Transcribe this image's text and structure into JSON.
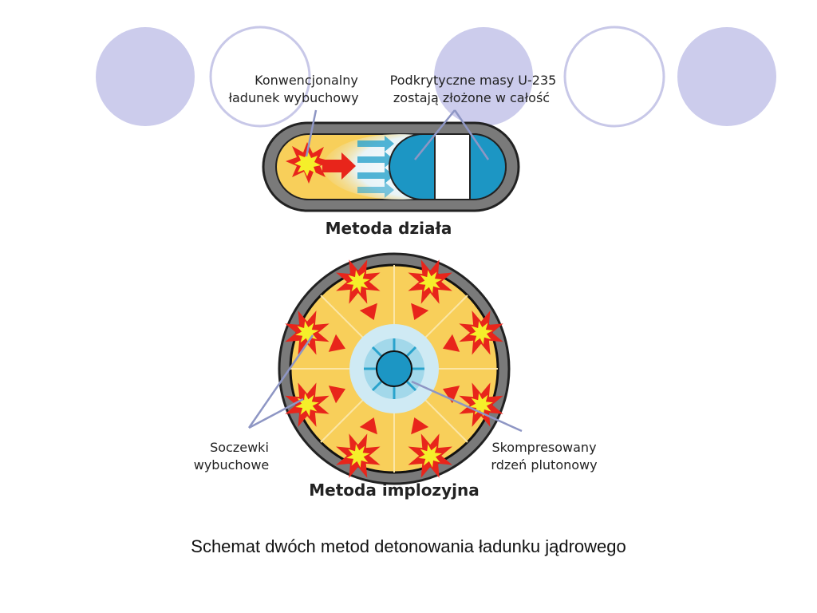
{
  "slide": {
    "caption": "Schemat dwóch metod detonowania ładunku jądrowego",
    "decor_circle_fill": "#ccccec",
    "decor_circle_stroke": "#c8c8e8"
  },
  "gun_method": {
    "title": "Metoda działa",
    "label_explosive_line1": "Konwencjonalny",
    "label_explosive_line2": "ładunek wybuchowy",
    "label_subcritical_line1": "Podkrytyczne masy U-235",
    "label_subcritical_line2": "zostają złożone w całość"
  },
  "implosion_method": {
    "title": "Metoda implozyjna",
    "label_lenses_line1": "Soczewki",
    "label_lenses_line2": "wybuchowe",
    "label_core_line1": "Skompresowany",
    "label_core_line2": "rdzeń plutonowy"
  },
  "colors": {
    "casing": "#7a7a7a",
    "explosive": "#f8cf5a",
    "blast_red": "#e8251b",
    "blast_yellow": "#f5ef2a",
    "fissile": "#1c96c4",
    "compression_light": "#cfeaf4",
    "compression_mid": "#8fd0e6",
    "leader_line": "#8e96c4"
  }
}
